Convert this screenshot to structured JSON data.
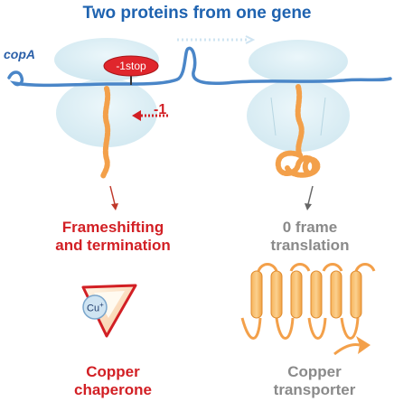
{
  "title": "Two proteins from one gene",
  "gene_label": "copA",
  "stop_label": "-1stop",
  "shift_label": "-1",
  "left": {
    "process_line1": "Frameshifting",
    "process_line2": "and termination",
    "product_line1": "Copper",
    "product_line2": "chaperone",
    "ion_label": "Cu",
    "ion_charge": "+"
  },
  "right": {
    "process_line1": "0 frame",
    "process_line2": "translation",
    "product_line1": "Copper",
    "product_line2": "transporter"
  },
  "colors": {
    "title": "#1f63b0",
    "mrna": "#4a86c8",
    "ribosome": "#d9eef5",
    "peptide": "#f3a04a",
    "red_text": "#d21f24",
    "gray_text": "#8a8a8a",
    "stop_badge": "#e0262c"
  }
}
